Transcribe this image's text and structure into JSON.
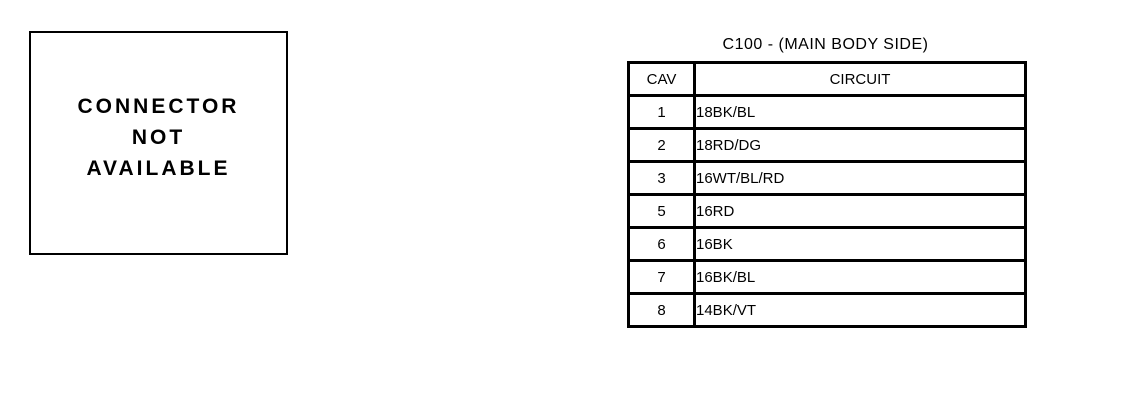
{
  "colors": {
    "foreground": "#000000",
    "background": "#ffffff"
  },
  "left_panel": {
    "lines": [
      "CONNECTOR",
      "NOT",
      "AVAILABLE"
    ]
  },
  "connector_table": {
    "title": "C100 - (MAIN BODY SIDE)",
    "columns": [
      "CAV",
      "CIRCUIT"
    ],
    "rows": [
      {
        "cav": "1",
        "circuit": "18BK/BL"
      },
      {
        "cav": "2",
        "circuit": "18RD/DG"
      },
      {
        "cav": "3",
        "circuit": "16WT/BL/RD"
      },
      {
        "cav": "5",
        "circuit": "16RD"
      },
      {
        "cav": "6",
        "circuit": "16BK"
      },
      {
        "cav": "7",
        "circuit": "16BK/BL"
      },
      {
        "cav": "8",
        "circuit": "14BK/VT"
      }
    ]
  }
}
